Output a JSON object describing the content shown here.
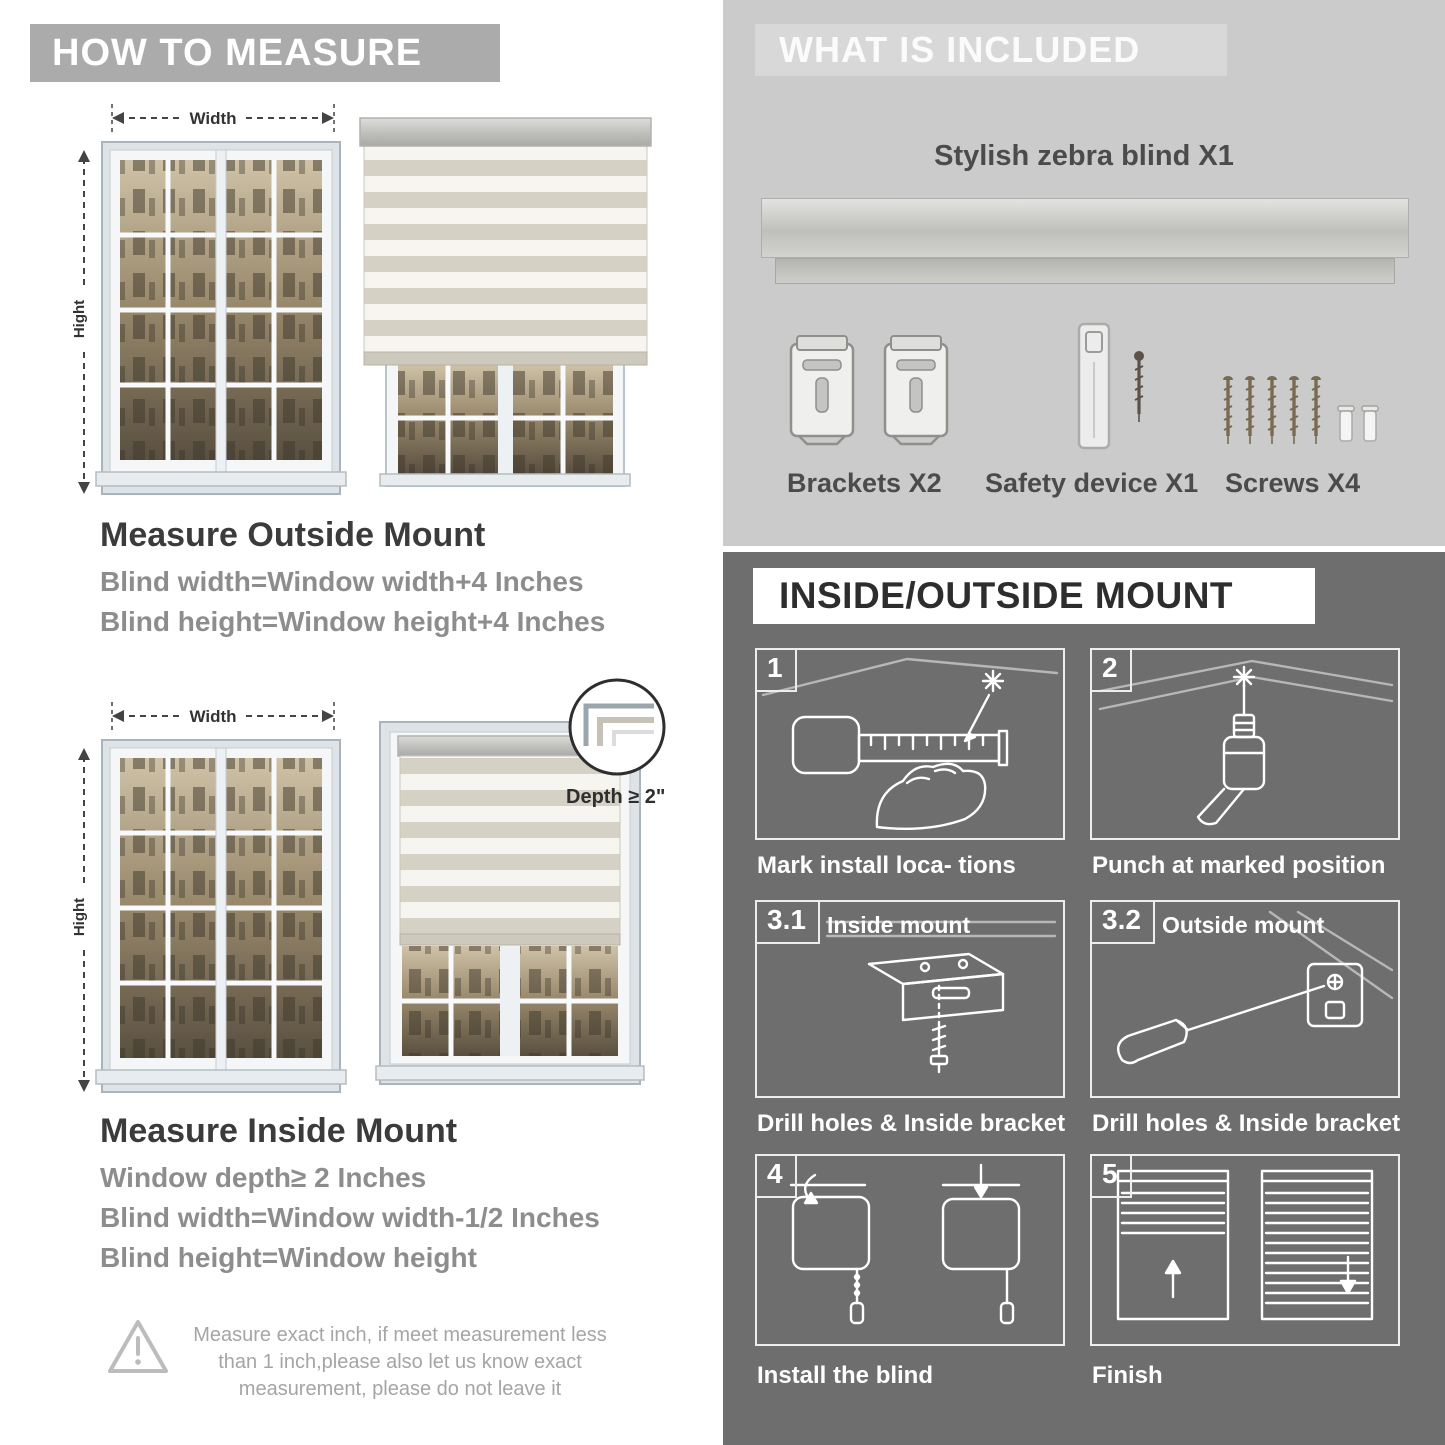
{
  "left": {
    "header": "HOW TO MEASURE",
    "fig_outside": {
      "width_label": "Width",
      "height_label": "Hight"
    },
    "outside_title": "Measure Outside Mount",
    "outside_line1": "Blind width=Window width+4 Inches",
    "outside_line2": "Blind height=Window height+4 Inches",
    "fig_inside": {
      "width_label": "Width",
      "height_label": "Hight",
      "depth_label": "Depth ≥ 2\""
    },
    "inside_title": "Measure Inside Mount",
    "inside_line1": "Window depth≥ 2 Inches",
    "inside_line2": "Blind width=Window width-1/2 Inches",
    "inside_line3": "Blind height=Window height",
    "note": "Measure exact inch, if meet measurement less than 1 inch,please also let us know exact measurement, please do not leave it",
    "warning_icon": "warning-triangle-icon"
  },
  "included": {
    "header": "WHAT IS INCLUDED",
    "blind_label": "Stylish zebra blind X1",
    "items": [
      {
        "label": "Brackets X2",
        "icon": "brackets-icon"
      },
      {
        "label": "Safety device X1",
        "icon": "safety-device-icon"
      },
      {
        "label": "Screws X4",
        "icon": "screws-icon"
      }
    ]
  },
  "mount": {
    "header": "INSIDE/OUTSIDE MOUNT",
    "steps": [
      {
        "num": "1",
        "title": "",
        "caption": "Mark install loca- tions"
      },
      {
        "num": "2",
        "title": "",
        "caption": "Punch at  marked position"
      },
      {
        "num": "3.1",
        "title": "Inside mount",
        "caption": "Drill holes &  Inside bracket"
      },
      {
        "num": "3.2",
        "title": "Outside mount",
        "caption": "Drill holes &  Inside bracket"
      },
      {
        "num": "4",
        "title": "",
        "caption": "Install the blind"
      },
      {
        "num": "5",
        "title": "",
        "caption": "Finish"
      }
    ]
  },
  "colors": {
    "panel_light": "#cbcbcb",
    "panel_dark": "#6e6e6e",
    "banner_gray": "#ababab",
    "text_gray": "#8d8d8d"
  }
}
